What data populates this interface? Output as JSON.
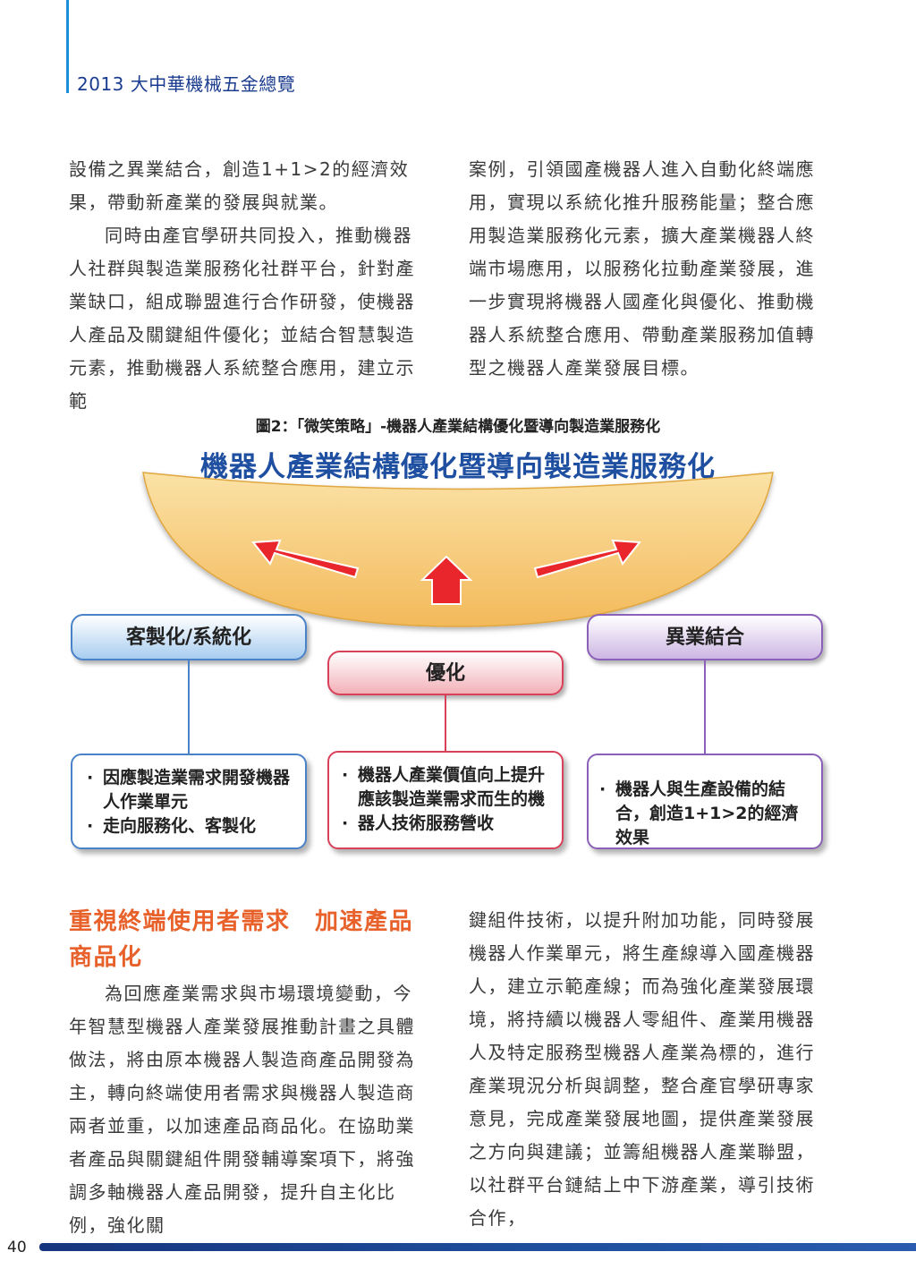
{
  "header": {
    "title": "2013 大中華機械五金總覽"
  },
  "top_section": {
    "left_paragraphs": [
      "設備之異業結合，創造1+1>2的經濟效果，帶動新產業的發展與就業。",
      "同時由產官學研共同投入，推動機器人社群與製造業服務化社群平台，針對產業缺口，組成聯盟進行合作研發，使機器人產品及關鍵組件優化；並結合智慧製造元素，推動機器人系統整合應用，建立示範"
    ],
    "right_paragraphs": [
      "案例，引領國產機器人進入自動化終端應用，實現以系統化推升服務能量；整合應用製造業服務化元素，擴大產業機器人終端市場應用，以服務化拉動產業發展，進一步實現將機器人國產化與優化、推動機器人系統整合應用、帶動產業服務加值轉型之機器人產業發展目標。"
    ]
  },
  "figure": {
    "caption": "圖2：「微笑策略」-機器人產業結構優化暨導向製造業服務化",
    "title": "機器人產業結構優化暨導向製造業服務化",
    "colors": {
      "arc": "#f6c76a",
      "arrow": "#e8262c",
      "blue": "#4a82c8",
      "red": "#d9405a",
      "purple": "#8a60b8"
    },
    "tags": {
      "left": "客製化/系統化",
      "middle": "優化",
      "right": "異業結合"
    },
    "boxes": {
      "left": [
        "因應製造業需求開發機器人作業單元",
        "走向服務化、客製化"
      ],
      "middle": [
        "機器人產業價值向上提升應該製造業需求而生的機",
        "器人技術服務營收"
      ],
      "right": [
        "機器人與生產設備的結合，創造1+1>2的經濟效果"
      ]
    }
  },
  "bottom_section": {
    "heading": "重視終端使用者需求　加速產品商品化",
    "left_paragraphs": [
      "為回應產業需求與市場環境變動，今年智慧型機器人產業發展推動計畫之具體做法，將由原本機器人製造商產品開發為主，轉向終端使用者需求與機器人製造商兩者並重，以加速產品商品化。在協助業者產品與關鍵組件開發輔導案項下，將強調多軸機器人產品開發，提升自主化比例，強化關"
    ],
    "right_paragraphs": [
      "鍵組件技術，以提升附加功能，同時發展機器人作業單元，將生產線導入國產機器人，建立示範產線；而為強化產業發展環境，將持續以機器人零組件、產業用機器人及特定服務型機器人產業為標的，進行產業現況分析與調整，整合產官學研專家意見，完成產業發展地圖，提供產業發展之方向與建議；並籌組機器人產業聯盟，以社群平台鏈結上中下游產業，導引技術合作，"
    ]
  },
  "footer": {
    "page_number": "40"
  }
}
